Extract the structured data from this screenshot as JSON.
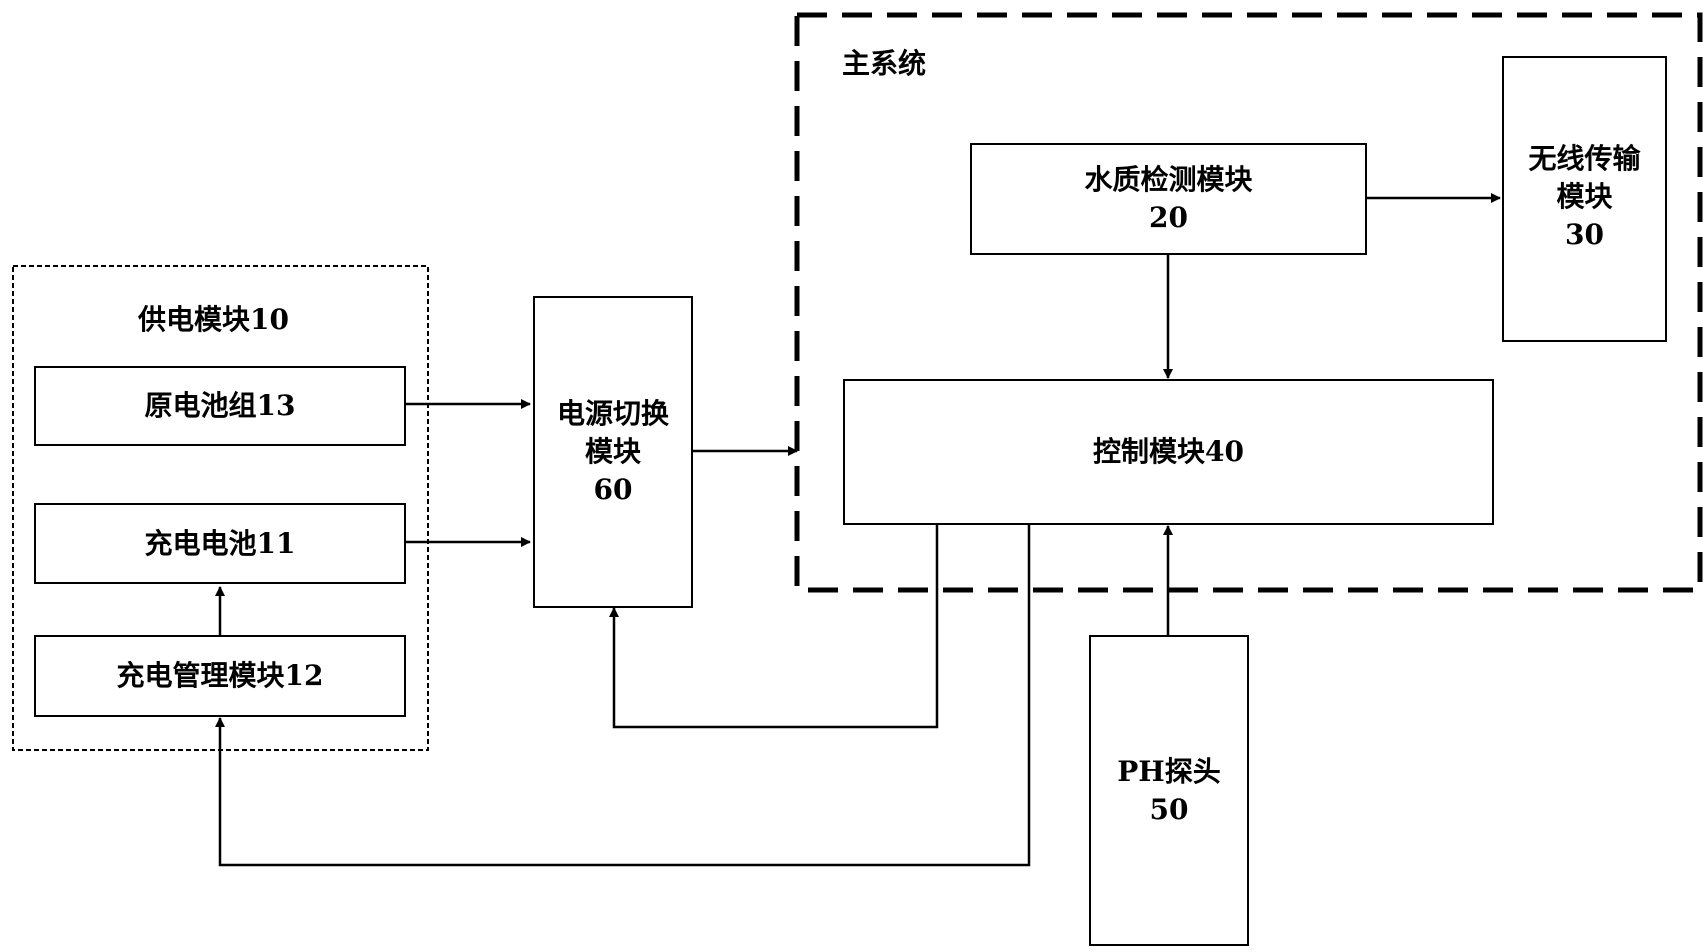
{
  "groups": {
    "power_supply": {
      "title": "供电模块10"
    },
    "main_system": {
      "title": "主系统"
    }
  },
  "modules": {
    "primary_battery": {
      "label": "原电池组13"
    },
    "rechargeable_battery": {
      "label": "充电电池11"
    },
    "charge_management": {
      "label": "充电管理模块12"
    },
    "power_switch": {
      "line1": "电源切换",
      "line2": "模块",
      "line3": "60"
    },
    "water_quality": {
      "line1": "水质检测模块",
      "line2": "20"
    },
    "wireless": {
      "line1": "无线传输",
      "line2": "模块",
      "line3": "30"
    },
    "control": {
      "label": "控制模块40"
    },
    "ph_probe": {
      "line1": "PH探头",
      "line2": "50"
    }
  },
  "connections": [
    {
      "from": "原电池组13",
      "to": "电源切换模块60"
    },
    {
      "from": "充电电池11",
      "to": "电源切换模块60"
    },
    {
      "from": "充电管理模块12",
      "to": "充电电池11"
    },
    {
      "from": "电源切换模块60",
      "to": "主系统"
    },
    {
      "from": "水质检测模块20",
      "to": "无线传输模块30"
    },
    {
      "from": "水质检测模块20",
      "to": "控制模块40"
    },
    {
      "from": "PH探头50",
      "to": "控制模块40"
    },
    {
      "from": "控制模块40",
      "to": "电源切换模块60"
    },
    {
      "from": "控制模块40",
      "to": "充电管理模块12"
    }
  ]
}
